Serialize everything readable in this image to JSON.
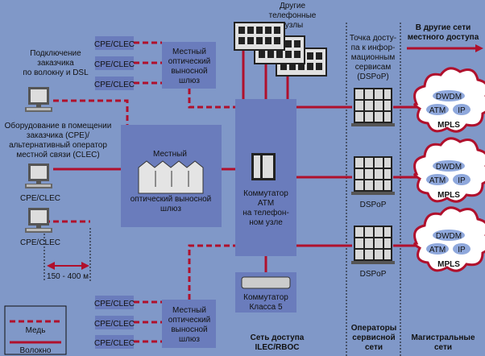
{
  "customer_label": [
    "Подключение",
    "заказчика",
    "по волокну и DSL"
  ],
  "cpe_label": [
    "Оборудование в помещении",
    "заказчика (CPE)/",
    "альтернативный оператор",
    "местной связи (CLEC)"
  ],
  "cpe_clec": "CPE/CLEC",
  "gateway_label": [
    "Местный",
    "оптический",
    "выносной",
    "шлюз"
  ],
  "central_gateway": {
    "top": "Местный",
    "bottom": [
      "оптический выносной",
      "шлюз"
    ]
  },
  "other_nodes": [
    "Другие",
    "телефонные",
    "узлы"
  ],
  "atm_switch": [
    "Коммутатор",
    "АТМ",
    "на телефон-",
    "ном узле"
  ],
  "class5_switch": [
    "Коммутатор",
    "Класса 5"
  ],
  "dspop_top": [
    "Точка досту-",
    "па к инфор-",
    "мационным",
    "сервисам",
    "(DSPoP)"
  ],
  "dspop": "DSPoP",
  "other_networks": [
    "В другие сети",
    "местного доступа"
  ],
  "cloud": {
    "dwdm": "DWDM",
    "atm": "ATM",
    "ip": "IP",
    "mpls": "MPLS"
  },
  "distance": "150 - 400 м",
  "legend": {
    "copper": "Медь",
    "fiber": "Волокно"
  },
  "sections": {
    "access": [
      "Сеть доступа",
      "ILEC/RBOC"
    ],
    "service": [
      "Операторы",
      "сервисной",
      "сети"
    ],
    "backbone": [
      "Магистральные",
      "сети"
    ]
  },
  "colors": {
    "background": "#8098c8",
    "line": "#b0102c",
    "box": "#6a7cbc"
  }
}
